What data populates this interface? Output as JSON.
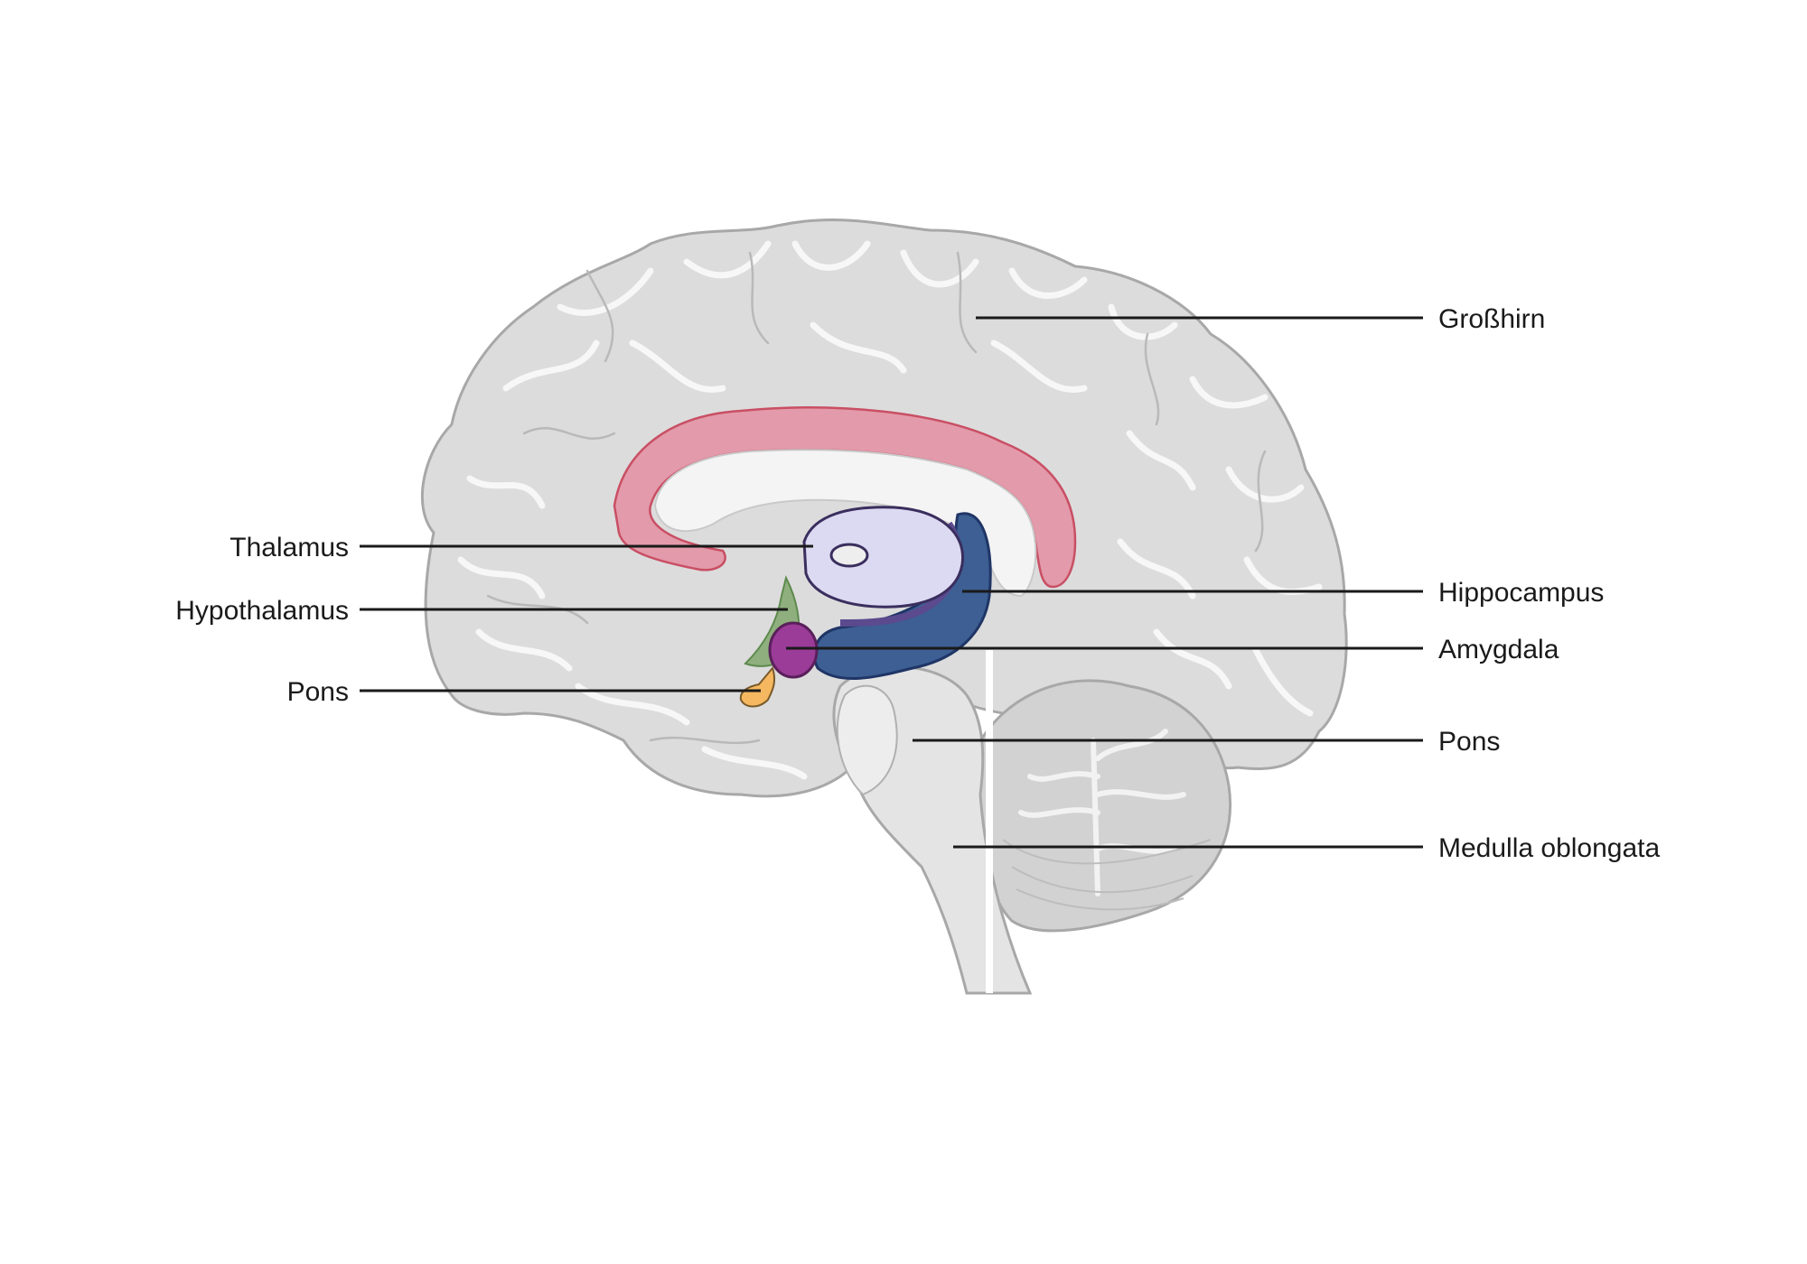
{
  "diagram": {
    "labels": {
      "cerebrum": "Großhirn",
      "thalamus": "Thalamus",
      "hypothalamus": "Hypothalamus",
      "pituitary": "Pons",
      "hippocampus": "Hippocampus",
      "amygdala": "Amygdala",
      "pons": "Pons",
      "medulla": "Medulla oblongata"
    },
    "colors": {
      "brain": "#dcdcdc",
      "brain_outline": "#a8a8a8",
      "cingulate": "#e497a8",
      "thalamus": "#dcdaf2",
      "hypothalamus": "#8fb07e",
      "hippocampus": "#3d5f93",
      "amygdala": "#9b3c98",
      "pituitary": "#f5b860",
      "brainstem": "#e4e4e4"
    }
  }
}
